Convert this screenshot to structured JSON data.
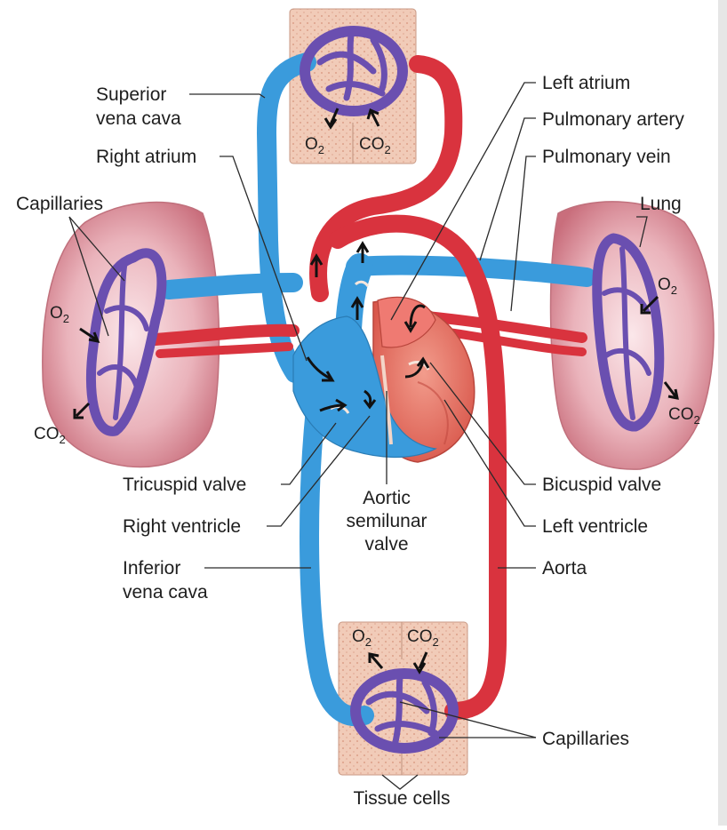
{
  "labels": {
    "superior_vena_cava": [
      "Superior",
      "vena cava"
    ],
    "right_atrium": "Right atrium",
    "capillaries_left": "Capillaries",
    "tricuspid_valve": "Tricuspid valve",
    "right_ventricle": "Right ventricle",
    "inferior_vena_cava": [
      "Inferior",
      "vena cava"
    ],
    "aortic_semilunar_valve": [
      "Aortic",
      "semilunar",
      "valve"
    ],
    "left_atrium": "Left atrium",
    "pulmonary_artery": "Pulmonary artery",
    "pulmonary_vein": "Pulmonary vein",
    "lung": "Lung",
    "bicuspid_valve": "Bicuspid valve",
    "left_ventricle": "Left ventricle",
    "aorta": "Aorta",
    "capillaries_bottom": "Capillaries",
    "tissue_cells": "Tissue cells"
  },
  "gases": {
    "o2": "O",
    "co2": "CO",
    "subscript": "2"
  },
  "colors": {
    "deoxygenated_blood": "#3a9bdc",
    "oxygenated_blood": "#d9333e",
    "capillary": "#7b5cc4",
    "tissue": "#f0c8b4",
    "lung": "#e7a3ad",
    "heart_muscle": "#e8766e"
  }
}
